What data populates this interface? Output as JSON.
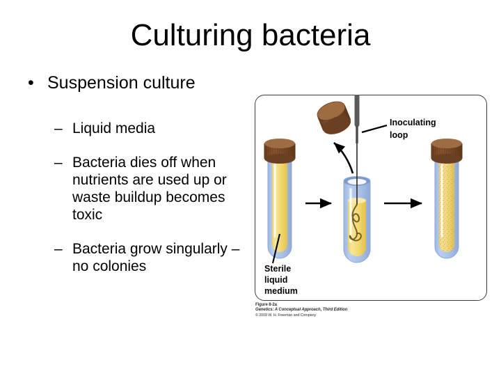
{
  "slide": {
    "title": "Culturing bacteria",
    "bullets": [
      {
        "level": 1,
        "marker": "•",
        "text": "Suspension culture"
      },
      {
        "level": 2,
        "marker": "–",
        "text": "Liquid media"
      },
      {
        "level": 2,
        "marker": "–",
        "text": "Bacteria dies off when nutrients are used up or waste buildup becomes toxic"
      },
      {
        "level": 2,
        "marker": "–",
        "text": "Bacteria grow singularly – no colonies"
      }
    ]
  },
  "figure": {
    "labels": {
      "inoculating_loop_line1": "Inoculating",
      "inoculating_loop_line2": "loop",
      "sterile_line1": "Sterile",
      "sterile_line2": "liquid",
      "sterile_line3": "medium"
    },
    "caption": {
      "figure_number": "Figure 8-2a",
      "source": "Genetics: A Conceptual Approach, Third Edition",
      "copyright": "© 2009 W. H. Freeman and Company"
    },
    "colors": {
      "tube_glass": "#a9c2e8",
      "tube_glass_edge": "#8fa8d4",
      "medium_yellow": "#f3da76",
      "medium_yellow_dark": "#e8c84f",
      "turbid_yellow": "#f0d783",
      "cap_body": "#7b4b29",
      "cap_top": "#9d6c43",
      "loop_wire": "#5b5b5b",
      "arrow": "#000000",
      "border": "#3b3b3b"
    },
    "elements": [
      {
        "name": "tube-left",
        "state": "capped, clear sterile medium"
      },
      {
        "name": "tube-middle",
        "state": "open, inoculating loop inserted"
      },
      {
        "name": "tube-right",
        "state": "capped, turbid bacterial growth"
      },
      {
        "name": "detached-cap",
        "state": "removed, tilted above middle tube"
      },
      {
        "name": "arrow-1",
        "state": "left to middle"
      },
      {
        "name": "arrow-2",
        "state": "middle to right"
      }
    ]
  }
}
